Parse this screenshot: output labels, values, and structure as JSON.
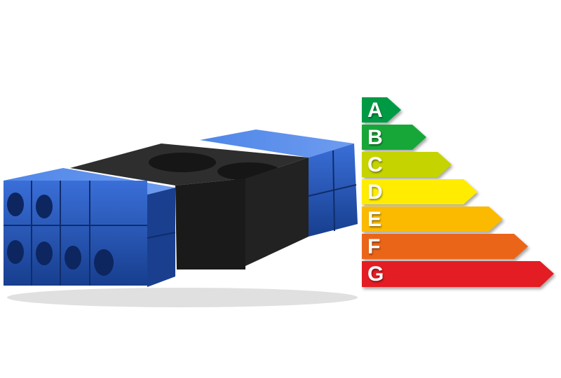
{
  "energy_label": {
    "classes": [
      {
        "letter": "A",
        "color": "#009a44"
      },
      {
        "letter": "B",
        "color": "#17a739"
      },
      {
        "letter": "C",
        "color": "#c5d400"
      },
      {
        "letter": "D",
        "color": "#ffec00"
      },
      {
        "letter": "E",
        "color": "#fbba00"
      },
      {
        "letter": "F",
        "color": "#eb6519"
      },
      {
        "letter": "G",
        "color": "#e31d23"
      }
    ]
  },
  "colors": {
    "module_blue": "#1f4fb0",
    "module_black": "#1c1c1c"
  }
}
